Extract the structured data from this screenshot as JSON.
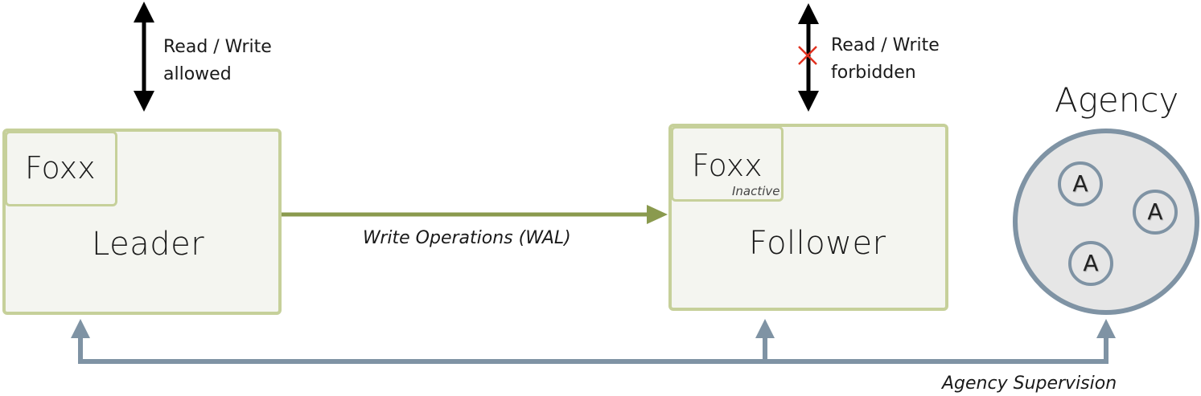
{
  "leader": {
    "label": "Leader",
    "foxx_label": "Foxx",
    "access_text": [
      "Read / Write",
      "allowed"
    ]
  },
  "follower": {
    "label": "Follower",
    "foxx_label": "Foxx",
    "foxx_status": "Inactive",
    "access_text": [
      "Read / Write",
      "forbidden"
    ]
  },
  "replication": {
    "label": "Write Operations (WAL)"
  },
  "agency": {
    "title": "Agency",
    "agents": [
      "A",
      "A",
      "A"
    ],
    "supervision_label": "Agency Supervision"
  },
  "colors": {
    "box_border": "#c6d09a",
    "box_fill": "#f4f5f0",
    "replication_arrow": "#8a9a4e",
    "supervision_arrow": "#7f93a4",
    "forbidden_mark": "#e0301e",
    "access_arrow": "#000000"
  },
  "icons": {
    "forbidden_mark": "cross-icon"
  }
}
